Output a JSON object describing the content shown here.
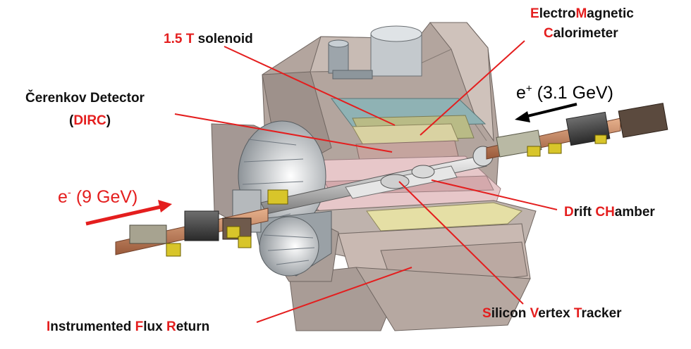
{
  "labels": {
    "emc": {
      "line1": {
        "hl1": "E",
        "t1": "lectro",
        "hl2": "M",
        "t2": "agnetic"
      },
      "line2": {
        "hl": "C",
        "t": "alorimeter"
      }
    },
    "solenoid": {
      "hl": "1.5 T",
      "t": " solenoid"
    },
    "cherenkov": {
      "line1": "Čerenkov Detector",
      "line2": {
        "open": "(",
        "hl": "DIRC",
        "close": ")"
      }
    },
    "drift": {
      "hl1": "D",
      "t1": "rift ",
      "hl2": "CH",
      "t2": "amber"
    },
    "svt": {
      "hl1": "S",
      "t1": "ilicon ",
      "hl2": "V",
      "t2": "ertex ",
      "hl3": "T",
      "t3": "racker"
    },
    "ifr": {
      "hl1": "I",
      "t1": "nstrumented ",
      "hl2": "F",
      "t2": "lux ",
      "hl3": "R",
      "t3": "eturn"
    }
  },
  "beams": {
    "positron": {
      "particle": "e",
      "charge": "+",
      "energy": " (3.1 GeV)"
    },
    "electron": {
      "particle": "e",
      "charge": "-",
      "energy": " (9 GeV)"
    }
  },
  "colors": {
    "highlight": "#e41e1e",
    "pointer": "#e41e1e",
    "positron_arrow": "#000000",
    "electron_arrow": "#e41e1e"
  }
}
